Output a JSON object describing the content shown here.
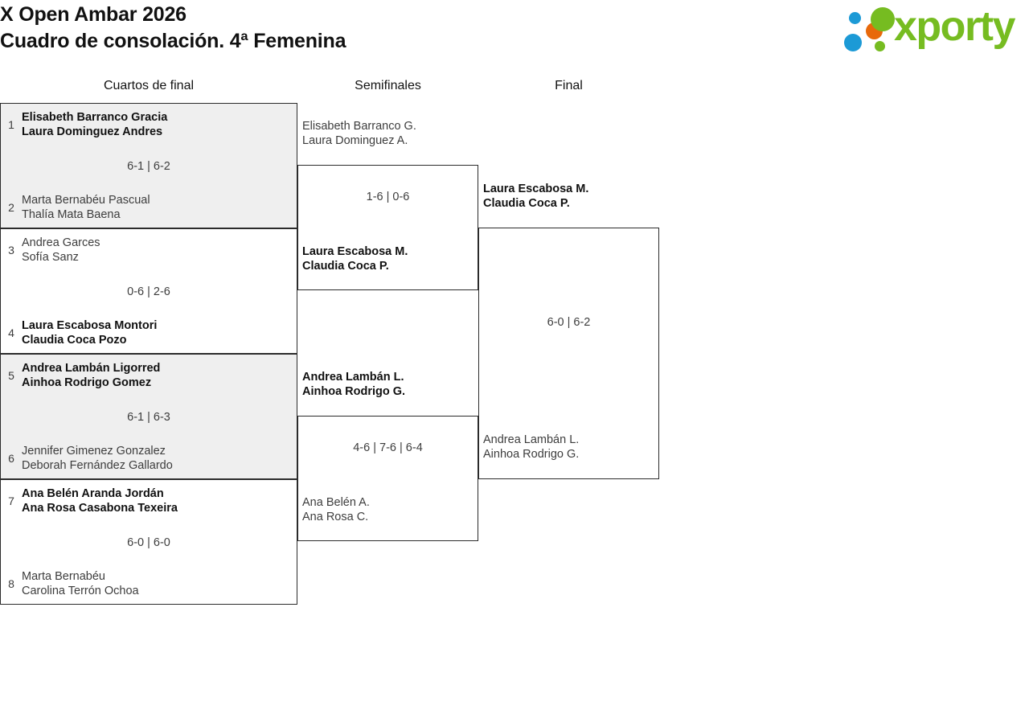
{
  "header": {
    "title_line1": "X Open Ambar 2026",
    "title_line2": "Cuadro de consolación. 4ª Femenina",
    "logo_text": "xporty",
    "logo_colors": {
      "green": "#76bc21",
      "blue": "#1c9ad6",
      "orange": "#e8690b"
    }
  },
  "rounds": [
    {
      "label": "Cuartos de final"
    },
    {
      "label": "Semifinales"
    },
    {
      "label": "Final"
    }
  ],
  "quarterfinals": [
    {
      "shaded": true,
      "score": "6-1 | 6-2",
      "top": {
        "seed": "1",
        "player1": "Elisabeth Barranco Gracia",
        "player2": "Laura Dominguez Andres",
        "winner": true
      },
      "bottom": {
        "seed": "2",
        "player1": "Marta Bernabéu Pascual",
        "player2": "Thalía Mata Baena",
        "winner": false
      }
    },
    {
      "shaded": false,
      "score": "0-6 | 2-6",
      "top": {
        "seed": "3",
        "player1": "Andrea Garces",
        "player2": "Sofía Sanz",
        "winner": false
      },
      "bottom": {
        "seed": "4",
        "player1": "Laura Escabosa Montori",
        "player2": "Claudia Coca Pozo",
        "winner": true
      }
    },
    {
      "shaded": true,
      "score": "6-1 | 6-3",
      "top": {
        "seed": "5",
        "player1": "Andrea Lambán Ligorred",
        "player2": "Ainhoa Rodrigo Gomez",
        "winner": true
      },
      "bottom": {
        "seed": "6",
        "player1": "Jennifer Gimenez Gonzalez",
        "player2": "Deborah Fernández Gallardo",
        "winner": false
      }
    },
    {
      "shaded": false,
      "score": "6-0 | 6-0",
      "top": {
        "seed": "7",
        "player1": "Ana Belén Aranda Jordán",
        "player2": "Ana Rosa Casabona Texeira",
        "winner": true
      },
      "bottom": {
        "seed": "8",
        "player1": "Marta Bernabéu",
        "player2": "Carolina Terrón Ochoa",
        "winner": false
      }
    }
  ],
  "semifinals": [
    {
      "score": "1-6 | 0-6",
      "top": {
        "player1": "Elisabeth Barranco G.",
        "player2": "Laura Dominguez A.",
        "winner": false
      },
      "bottom": {
        "player1": "Laura Escabosa M.",
        "player2": "Claudia Coca P.",
        "winner": true
      }
    },
    {
      "score": "4-6 | 7-6 | 6-4",
      "top": {
        "player1": "Andrea Lambán L.",
        "player2": "Ainhoa Rodrigo G.",
        "winner": true
      },
      "bottom": {
        "player1": "Ana Belén A.",
        "player2": "Ana Rosa C.",
        "winner": false
      }
    }
  ],
  "final": {
    "score": "6-0 | 6-2",
    "top": {
      "player1": "Laura Escabosa M.",
      "player2": "Claudia Coca P.",
      "winner": true
    },
    "bottom": {
      "player1": "Andrea Lambán L.",
      "player2": "Ainhoa Rodrigo G.",
      "winner": false
    }
  }
}
